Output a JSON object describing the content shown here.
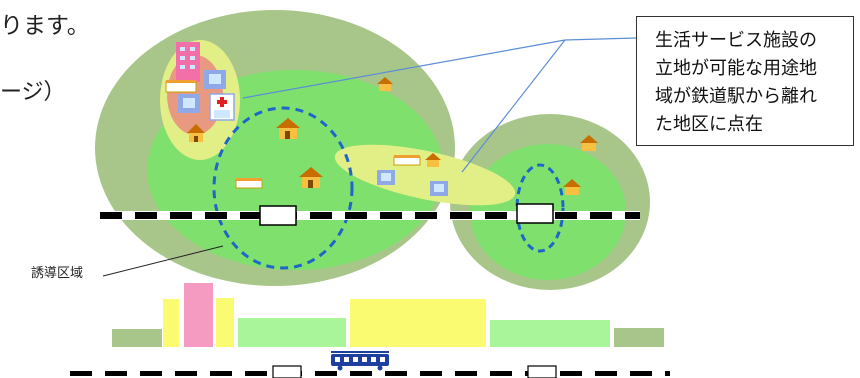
{
  "text": {
    "heading_fragment": "ります。",
    "paren_fragment": "ージ）",
    "callout_lines": [
      "生活サービス施設の",
      "立地が可能な用途地",
      "域が鉄道駅から離れ",
      "た地区に点在"
    ],
    "zone_label": "誘導区域"
  },
  "colors": {
    "outer_zone": "#a9c68a",
    "inner_zone": "#7fe06e",
    "facility_cluster": "#e2ef86",
    "facility_core": "#e89a80",
    "dashed_boundary": "#1f66c8",
    "railway": "#000000",
    "bar_light_green": "#a8f59a",
    "bar_olive": "#a9c68a",
    "bar_yellow": "#fbfb72",
    "bar_pink": "#f59ac0",
    "callout_leader": "#5b8ed6",
    "train": "#1f3fa0"
  },
  "icons": [
    "house-icon",
    "shop-icon",
    "apartment-icon",
    "hospital-icon",
    "station-icon",
    "train-icon"
  ]
}
